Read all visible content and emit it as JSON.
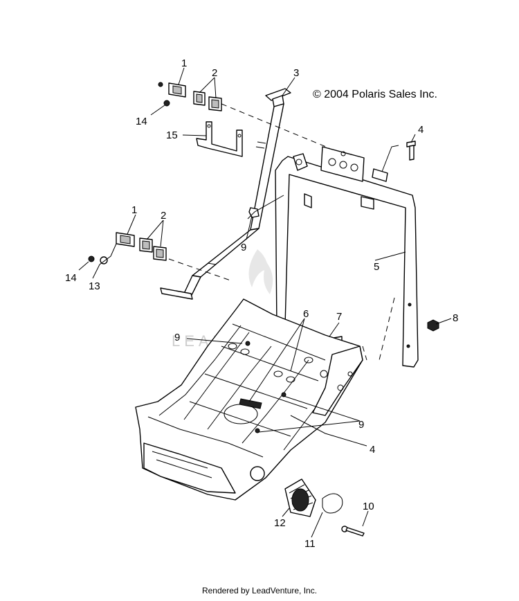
{
  "copyright": "© 2004 Polaris Sales Inc.",
  "footer": "Rendered by LeadVenture, Inc.",
  "watermark": "LEADVENTURE",
  "callouts": {
    "c1a": "1",
    "c2a": "2",
    "c3": "3",
    "c14a": "14",
    "c15": "15",
    "c4a": "4",
    "c9a": "9",
    "c1b": "1",
    "c2b": "2",
    "c14b": "14",
    "c13": "13",
    "c5": "5",
    "c6": "6",
    "c7": "7",
    "c8": "8",
    "c9b": "9",
    "c9c": "9",
    "c4b": "4",
    "c10": "10",
    "c12": "12",
    "c11": "11"
  }
}
